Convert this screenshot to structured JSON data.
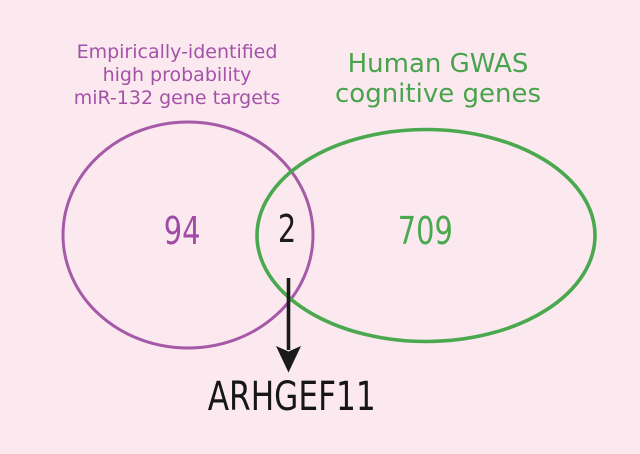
{
  "figure": {
    "type": "venn-diagram",
    "background_color": "#fbe9ef",
    "left_set": {
      "label_lines": [
        "Empirically-identified",
        "high probability",
        "miR-132 gene targets"
      ],
      "count": "94",
      "color": "#a55aa8"
    },
    "right_set": {
      "label_lines": [
        "Human GWAS",
        "cognitive genes"
      ],
      "count": "709",
      "color": "#4aa84f"
    },
    "intersection": {
      "count": "2",
      "annotation": "ARHGEF11",
      "arrow_color": "#1a1a1a"
    },
    "venn_data": {
      "sets": [
        {
          "name": "Empirically-identified high probability miR-132 gene targets",
          "unique_count": 94
        },
        {
          "name": "Human GWAS cognitive genes",
          "unique_count": 709
        }
      ],
      "overlap_count": 2,
      "overlap_genes_highlighted": [
        "ARHGEF11"
      ]
    }
  }
}
